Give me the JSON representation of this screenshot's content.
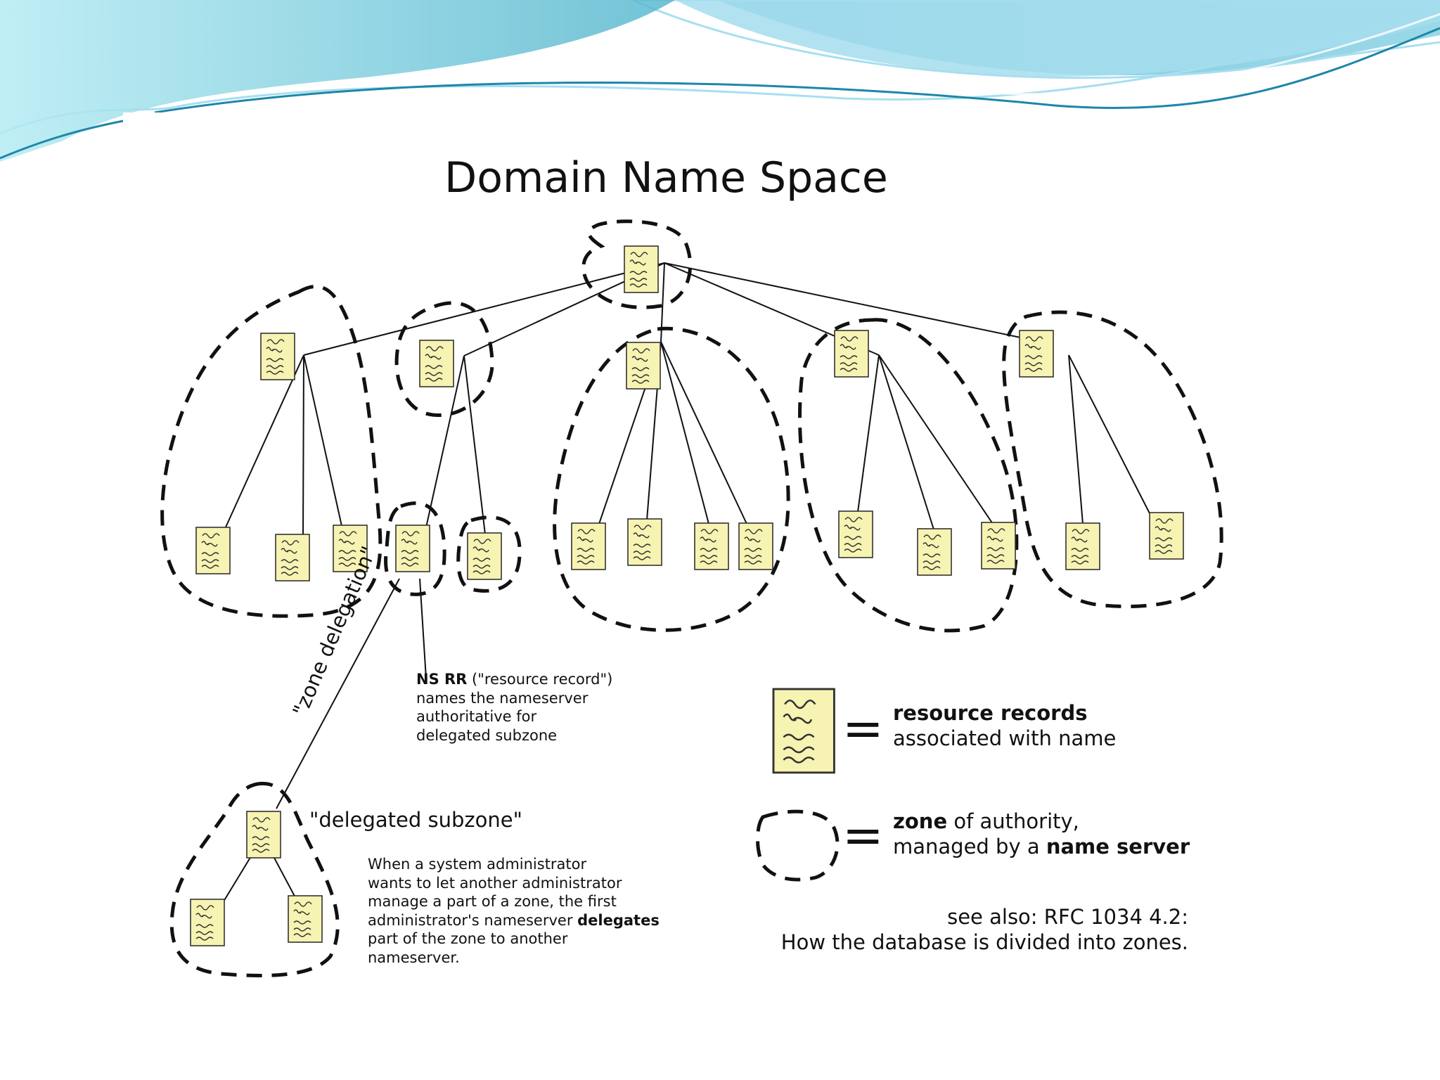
{
  "title": "Domain Name Space",
  "annotations": {
    "zone_delegation": "\"zone delegation\"",
    "ns_rr": {
      "bold": "NS RR",
      "line1_rest": " (\"resource record\")",
      "line2": "names the nameserver",
      "line3": "authoritative for",
      "line4": "delegated subzone"
    },
    "delegated_subzone": "\"delegated subzone\"",
    "description": {
      "line1": "When a system administrator",
      "line2": "wants to let another administrator",
      "line3": "manage a part of a zone, the first",
      "line4_pre": "administrator's nameserver ",
      "line4_bold": "delegates",
      "line5": "part of the zone to another",
      "line6": "nameserver."
    }
  },
  "legend": {
    "equals": "=",
    "records": {
      "bold": "resource records",
      "line2": "associated with name"
    },
    "zone": {
      "line1_bold": "zone",
      "line1_rest": " of authority,",
      "line2_pre": "managed by a ",
      "line2_bold": "name server"
    }
  },
  "see_also": {
    "line1": "see also: RFC 1034 4.2:",
    "line2": "How the database is divided into zones."
  },
  "colors": {
    "record_fill": "#f7f3b2",
    "record_stroke": "#333333",
    "line": "#111111",
    "banner_dark": "#5fb4d6",
    "banner_light": "#a8e2ef"
  },
  "icon": "resource-record-icon"
}
